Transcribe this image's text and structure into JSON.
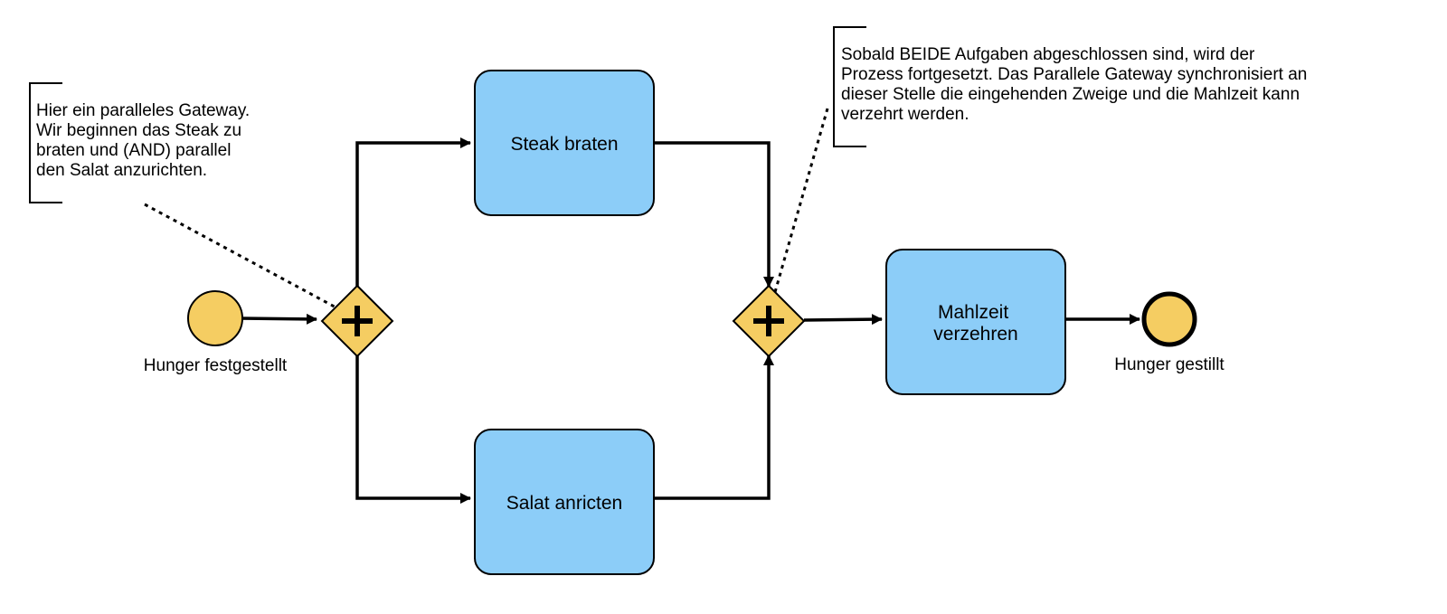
{
  "colors": {
    "task_fill": "#8ccdf8",
    "event_fill": "#f5cd62",
    "gateway_fill": "#f5cd62",
    "stroke": "#000000",
    "background": "#ffffff"
  },
  "events": {
    "start": {
      "label": "Hunger festgestellt",
      "icon": "start-event-circle"
    },
    "end": {
      "label": "Hunger gestillt",
      "icon": "end-event-circle"
    }
  },
  "gateways": {
    "split": {
      "type": "parallel",
      "icon": "plus-icon"
    },
    "join": {
      "type": "parallel",
      "icon": "plus-icon"
    }
  },
  "tasks": {
    "steak": {
      "label": "Steak braten"
    },
    "salad": {
      "label": "Salat anricten"
    },
    "eat": {
      "label_line1": "Mahlzeit",
      "label_line2": "verzehren"
    }
  },
  "annotations": {
    "split_note": {
      "lines": [
        "Hier ein paralleles Gateway.",
        "Wir beginnen das Steak zu",
        "braten und (AND) parallel",
        "den Salat anzurichten."
      ]
    },
    "join_note": {
      "lines": [
        "Sobald BEIDE Aufgaben abgeschlossen sind, wird der",
        "Prozess fortgesetzt. Das Parallele Gateway synchronisiert an",
        "dieser Stelle die eingehenden Zweige und die Mahlzeit kann",
        "verzehrt werden."
      ]
    }
  }
}
